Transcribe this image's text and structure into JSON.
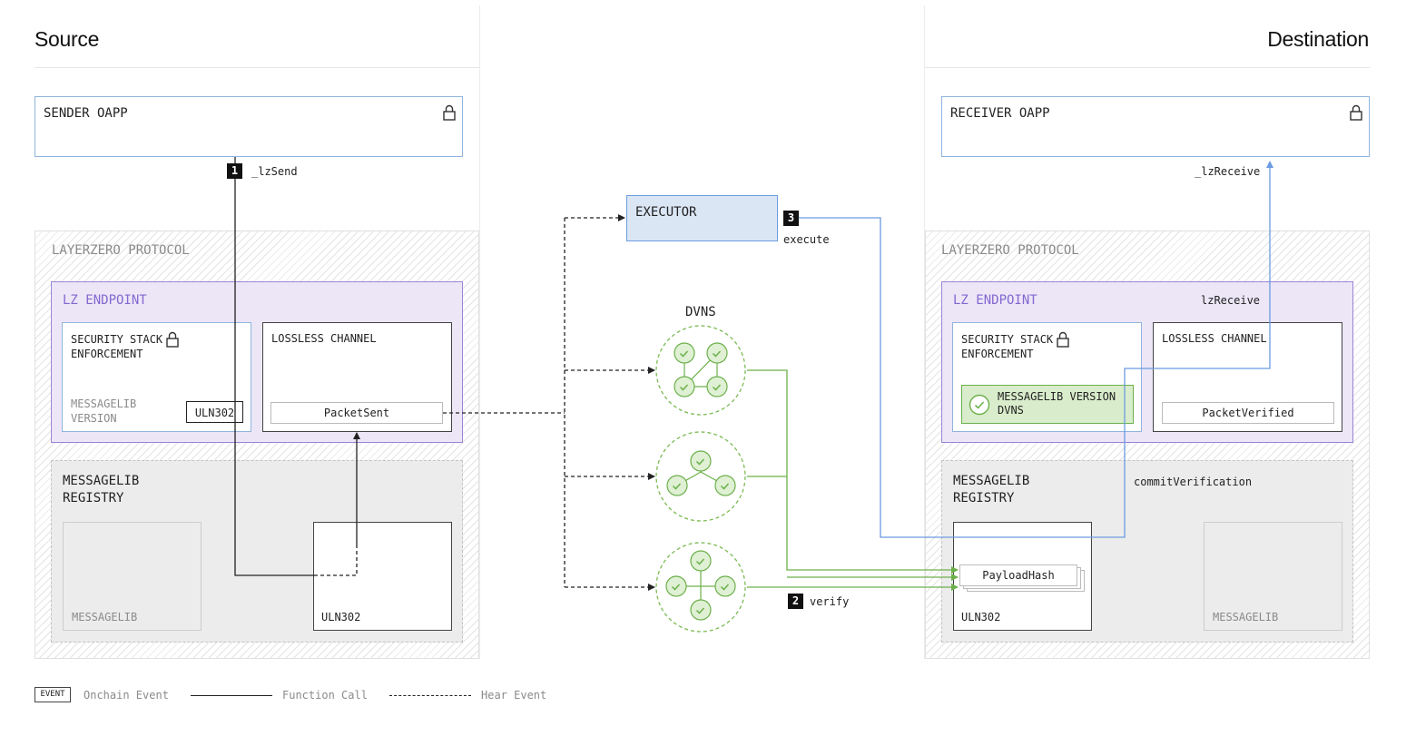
{
  "headers": {
    "source": "Source",
    "destination": "Destination"
  },
  "source": {
    "oapp_title": "SENDER OAPP",
    "protocol_label": "LAYERZERO PROTOCOL",
    "endpoint_label": "LZ ENDPOINT",
    "security_title_1": "SECURITY STACK",
    "security_title_2": "ENFORCEMENT",
    "msglib_version_1": "MESSAGELIB",
    "msglib_version_2": "VERSION",
    "uln_tag": "ULN302",
    "lossless_title": "LOSSLESS CHANNEL",
    "event": "PacketSent",
    "registry_1": "MESSAGELIB",
    "registry_2": "REGISTRY",
    "msglib_card": "MESSAGELIB",
    "uln_card": "ULN302"
  },
  "middle": {
    "executor": "EXECUTOR",
    "dvns": "DVNS"
  },
  "destination": {
    "oapp_title": "RECEIVER OAPP",
    "protocol_label": "LAYERZERO PROTOCOL",
    "endpoint_label": "LZ ENDPOINT",
    "endpoint_fn": "lzReceive",
    "security_title_1": "SECURITY STACK",
    "security_title_2": "ENFORCEMENT",
    "verified_1": "MESSAGELIB VERSION",
    "verified_2": "DVNS",
    "lossless_title": "LOSSLESS CHANNEL",
    "event": "PacketVerified",
    "registry_1": "MESSAGELIB",
    "registry_2": "REGISTRY",
    "commit_fn": "commitVerification",
    "payload": "PayloadHash",
    "uln_card": "ULN302",
    "msglib_card": "MESSAGELIB"
  },
  "steps": [
    {
      "num": "1",
      "label": "_lzSend"
    },
    {
      "num": "2",
      "label": "verify"
    },
    {
      "num": "3",
      "label": "execute"
    }
  ],
  "receive_label": "_lzReceive",
  "legend": {
    "event_tag": "EVENT",
    "onchain": "Onchain Event",
    "function_call": "Function Call",
    "hear_event": "Hear Event"
  },
  "colors": {
    "endpoint_purple": "#9a85d6",
    "oapp_blue": "#8fb4dd",
    "executor_fill": "#dbe6f5",
    "executor_flow": "#6b9be0",
    "verify_green": "#6cb04b",
    "dvn_dash": "#7dbb55"
  }
}
